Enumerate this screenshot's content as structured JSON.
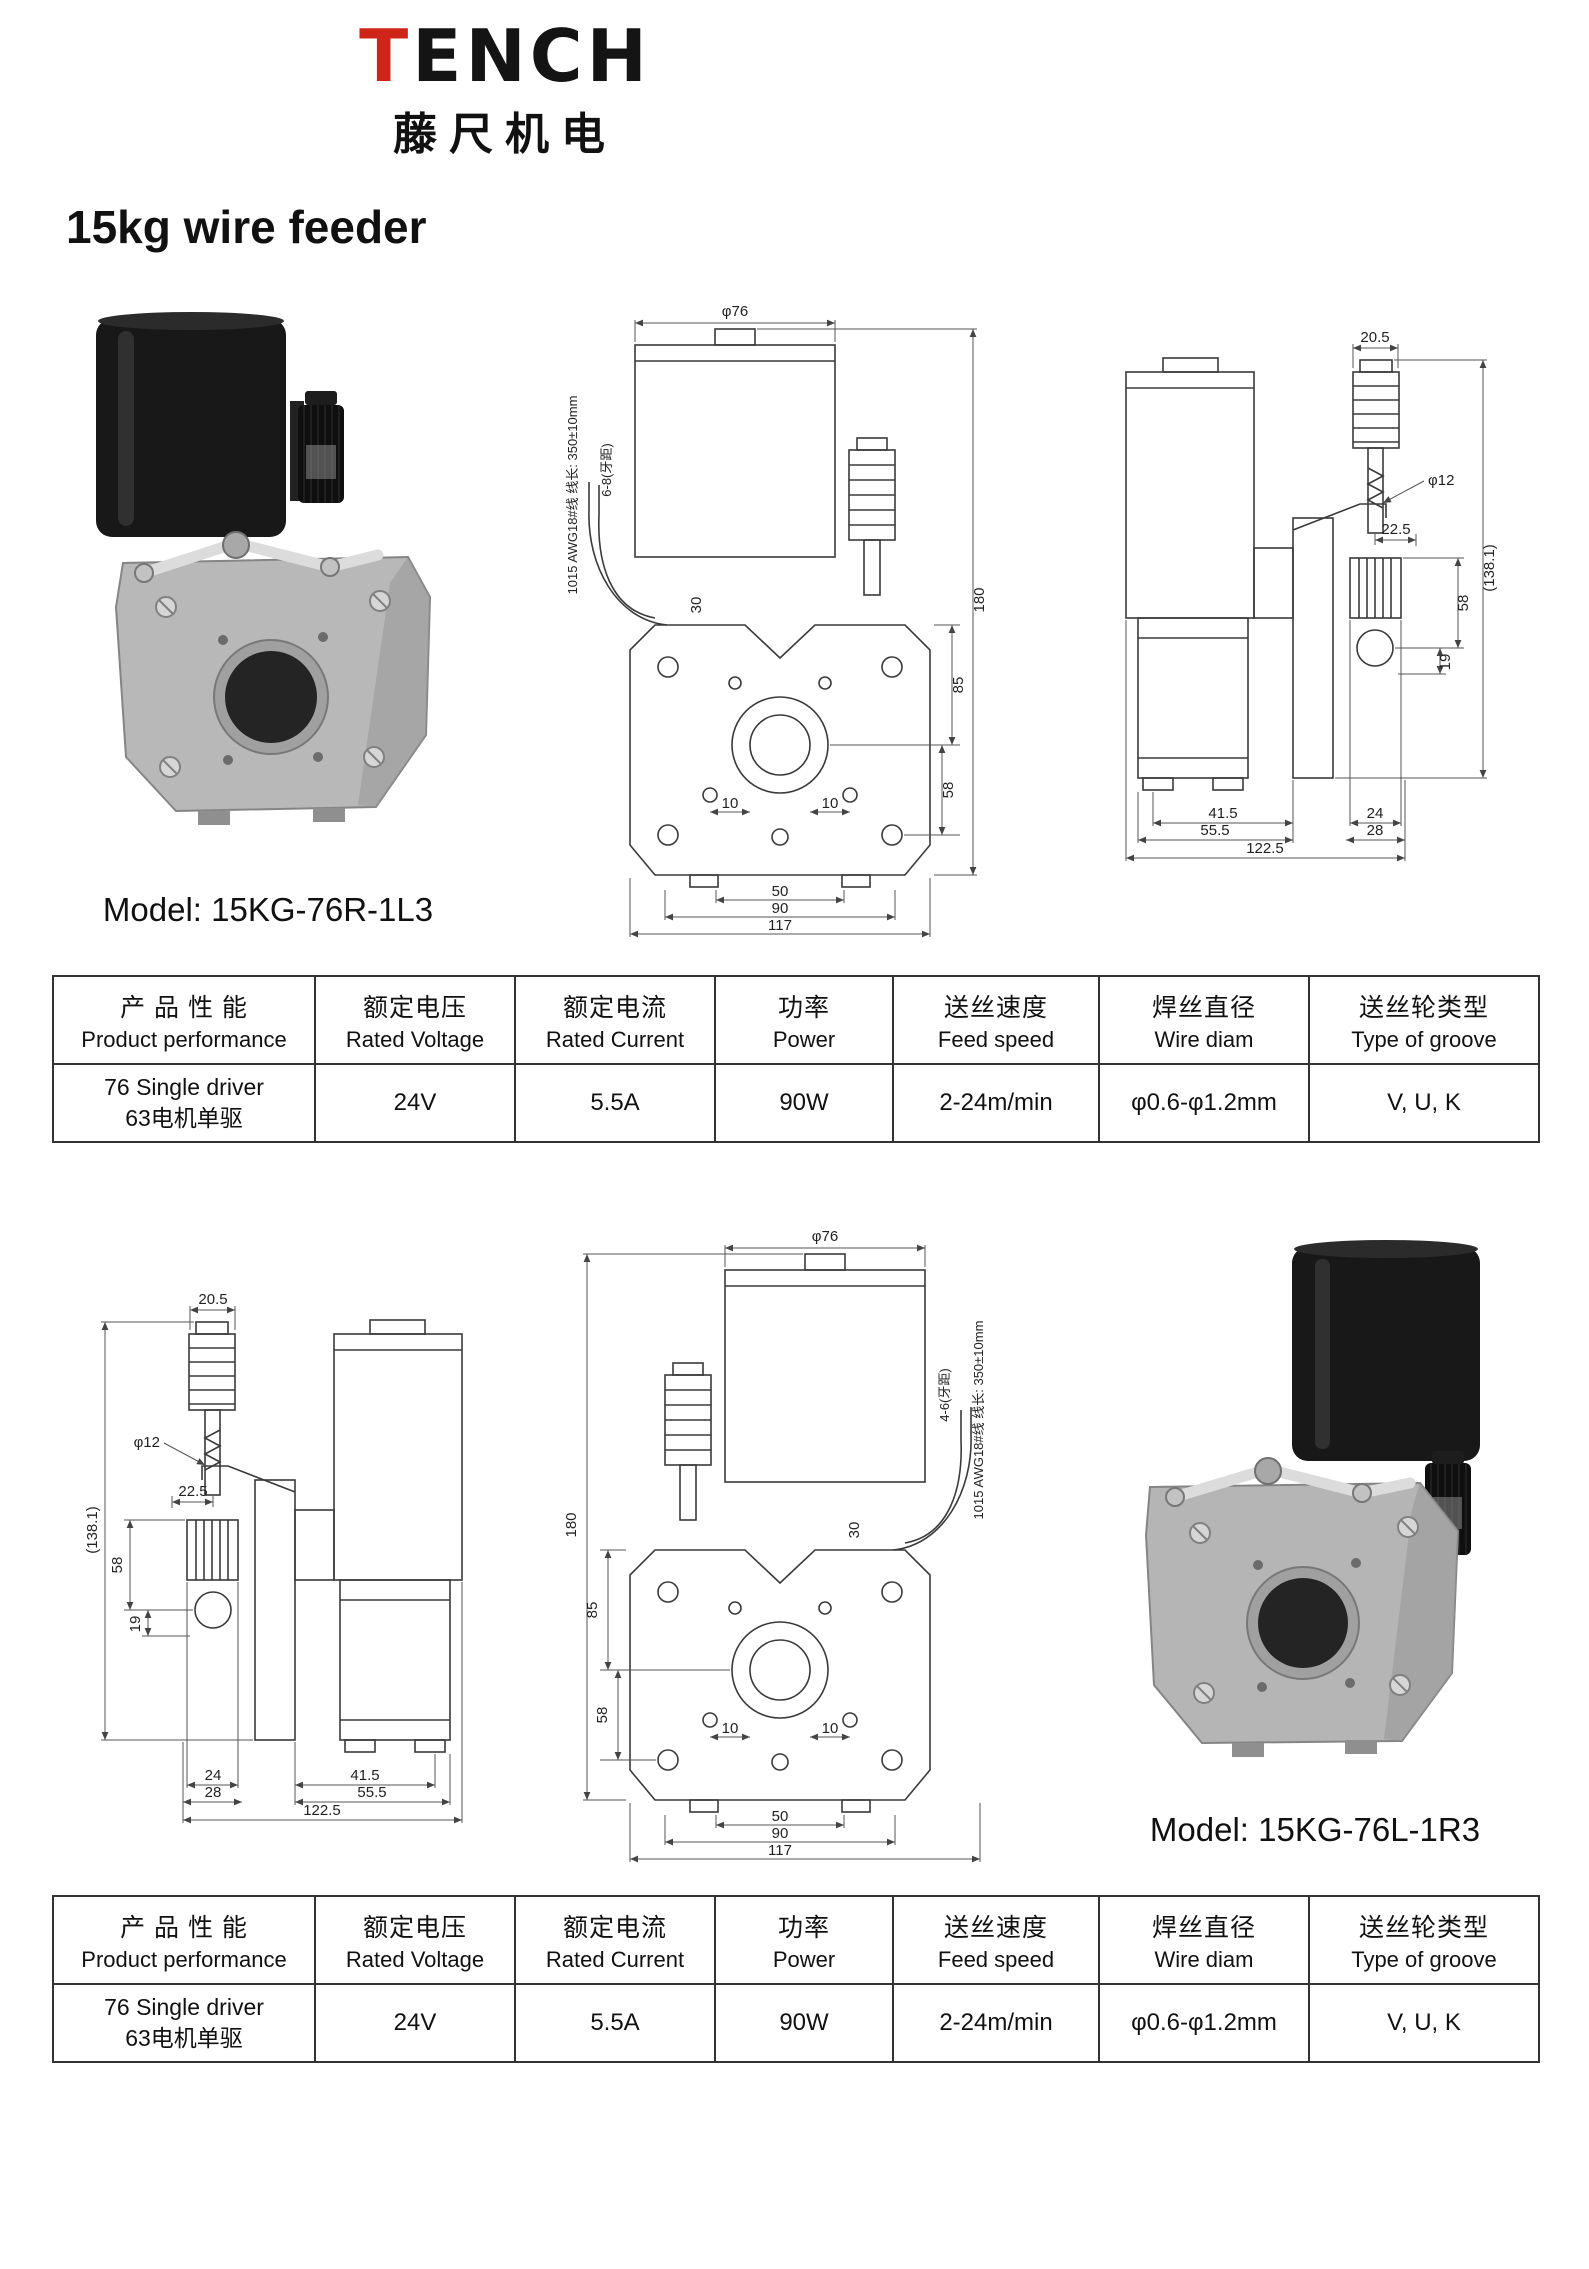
{
  "brand": {
    "logo_t": "T",
    "logo_rest": "ENCH",
    "logo_cn": "藤尺机电"
  },
  "title": "15kg wire feeder",
  "models": {
    "top": "Model: 15KG-76R-1L3",
    "bottom": "Model: 15KG-76L-1R3"
  },
  "table": {
    "headers": [
      {
        "cn": "产 品 性 能",
        "en": "Product performance"
      },
      {
        "cn": "额定电压",
        "en": "Rated Voltage"
      },
      {
        "cn": "额定电流",
        "en": "Rated Current"
      },
      {
        "cn": "功率",
        "en": "Power"
      },
      {
        "cn": "送丝速度",
        "en": "Feed speed"
      },
      {
        "cn": "焊丝直径",
        "en": "Wire diam"
      },
      {
        "cn": "送丝轮类型",
        "en": "Type of groove"
      }
    ],
    "row": {
      "name_en": "76 Single driver",
      "name_cn": "63电机单驱",
      "values": [
        "24V",
        "5.5A",
        "90W",
        "2-24m/min",
        "φ0.6-φ1.2mm",
        "V, U, K"
      ]
    }
  },
  "front_view": {
    "dia": "φ76",
    "h_total": "180",
    "h_upper": "85",
    "h_lower": "58",
    "w_30": "30",
    "w_10": "10",
    "w_50": "50",
    "w_90": "90",
    "w_117": "117",
    "note_thread_top": "6-8(牙距)",
    "note_thread_bottom": "4-6(牙距)",
    "note_wire": "1015 AWG18#线 线长: 350±10mm"
  },
  "side_view": {
    "w_top": "20.5",
    "dia_shaft": "φ12",
    "h_total": "(138.1)",
    "w_pivot": "22.5",
    "h_58": "58",
    "h_19": "19",
    "w_415": "41.5",
    "w_24": "24",
    "w_555": "55.5",
    "w_28": "28",
    "w_total": "122.5"
  }
}
